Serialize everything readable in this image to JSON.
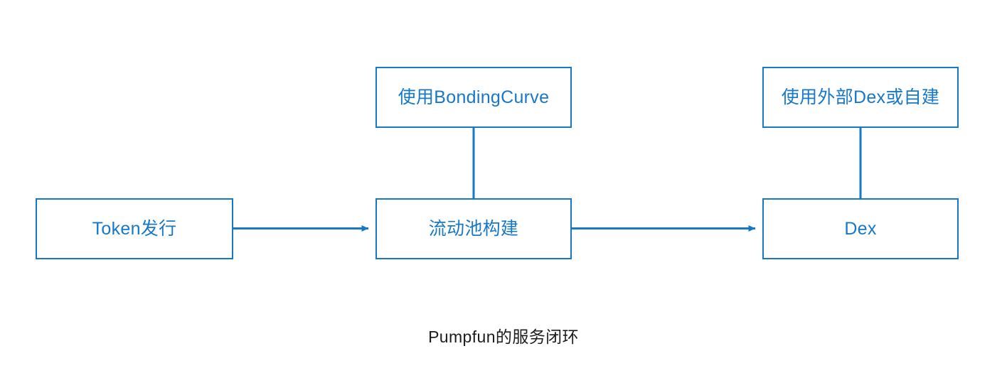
{
  "diagram": {
    "caption": "Pumpfun的服务闭环",
    "accent_color": "#1878c8",
    "caption_color": "#1c1c1c",
    "background_color": "#ffffff",
    "nodes": [
      {
        "id": "bonding-curve",
        "label": "使用BondingCurve"
      },
      {
        "id": "external-dex",
        "label": "使用外部Dex或自建"
      },
      {
        "id": "token-issue",
        "label": "Token发行"
      },
      {
        "id": "liquidity-pool",
        "label": "流动池构建"
      },
      {
        "id": "dex",
        "label": "Dex"
      }
    ],
    "edges": [
      {
        "from": "token-issue",
        "to": "liquidity-pool",
        "type": "arrow",
        "direction": "right"
      },
      {
        "from": "liquidity-pool",
        "to": "dex",
        "type": "arrow",
        "direction": "right"
      },
      {
        "from": "bonding-curve",
        "to": "liquidity-pool",
        "type": "line",
        "direction": "down"
      },
      {
        "from": "external-dex",
        "to": "dex",
        "type": "line",
        "direction": "down"
      }
    ]
  }
}
